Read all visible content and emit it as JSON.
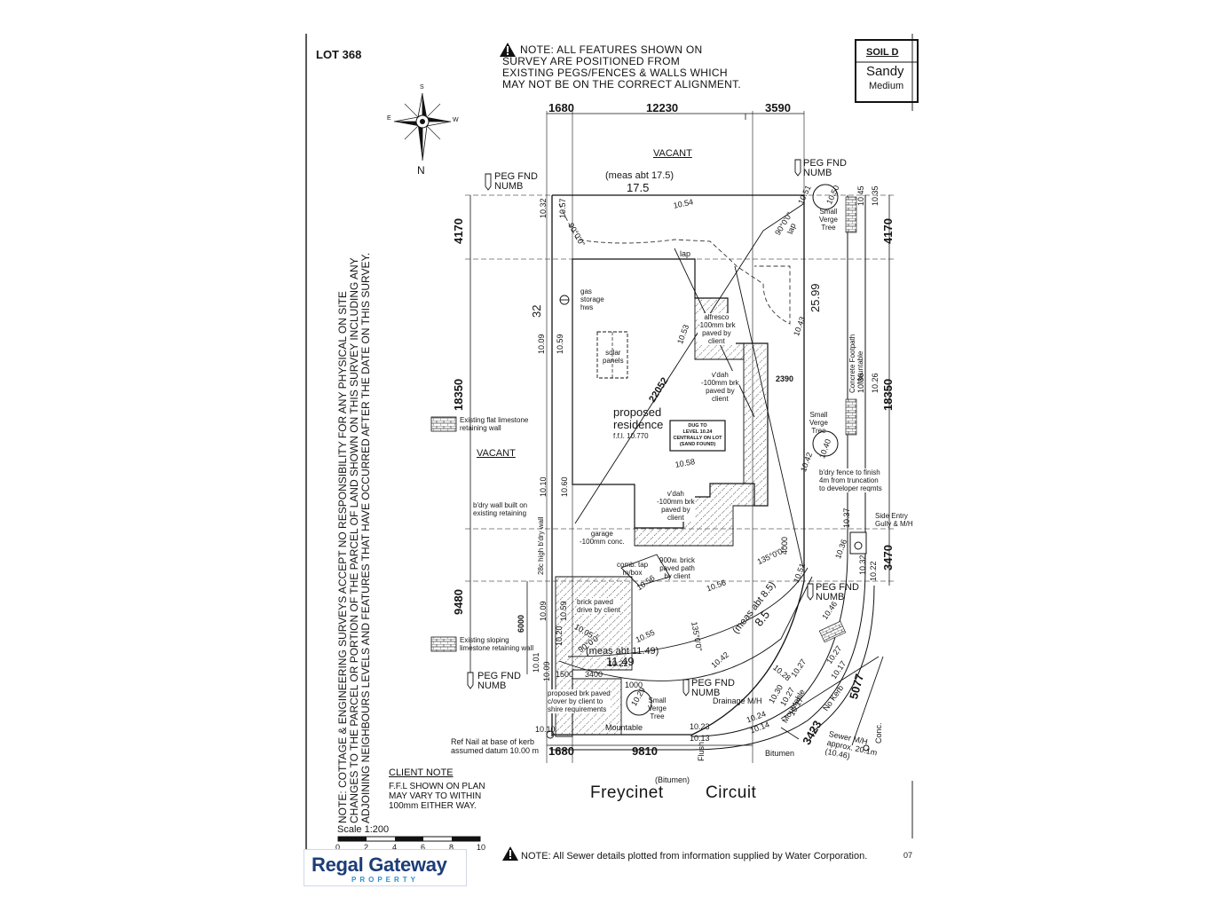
{
  "lot": "LOT  368",
  "top_note": [
    "NOTE: ALL FEATURES SHOWN ON",
    "SURVEY ARE POSITIONED FROM",
    "EXISTING PEGS/FENCES & WALLS WHICH",
    "MAY NOT BE ON THE CORRECT ALIGNMENT."
  ],
  "soil": {
    "title": "SOIL D",
    "line1": "Sandy",
    "line2": "Medium"
  },
  "compass": {
    "s": "S",
    "n": "N",
    "e": "E",
    "w": "W"
  },
  "dims_top": {
    "left": "1680",
    "middle": "12230",
    "right": "3590"
  },
  "dims_bottom": {
    "left": "1680",
    "middle": "9810"
  },
  "dims_left": {
    "a": "4170",
    "b": "18350",
    "c": "9480",
    "d": "6000"
  },
  "dims_right": {
    "a": "4170",
    "b": "18350",
    "c": "3470"
  },
  "vacant_top": "VACANT",
  "vacant_left": "VACANT",
  "top_meas": {
    "label": "(meas abt 17.5)",
    "value": "17.5"
  },
  "peg_labels": [
    "PEG FND",
    "NUMB"
  ],
  "side_boundary": "32",
  "diag_dim": "22052",
  "right_boundary": "25.99",
  "dim_2390": "2390",
  "dim_1500": "1500",
  "dim_3400": "3400",
  "dim_1000": "1000",
  "dim_4000": "4000",
  "dim_3423": "3423",
  "dim_5077": "5077",
  "angles": {
    "a1": "90°0'0\"",
    "a2": "90°0'0\"",
    "a3": "135°0'0\"",
    "a4": "135°0'0\"",
    "a5": "90°0'0\""
  },
  "levels": [
    "10.32",
    "10.57",
    "10.54",
    "10.51",
    "10.50",
    "10.45",
    "10.35",
    "10.53",
    "10.43",
    "10.09",
    "10.59",
    "10.58",
    "10.36",
    "10.26",
    "10.42",
    "10.40",
    "10.10",
    "10.60",
    "10.56",
    "10.56",
    "10.37",
    "10.36",
    "10.32",
    "10.22",
    "10.51",
    "10.46",
    "10.09",
    "10.59",
    "10.55",
    "10.42",
    "10.28",
    "10.27",
    "10.27",
    "10.17",
    "10.20",
    "10.22",
    "10.29",
    "10.30",
    "10.27",
    "10.17",
    "10.24",
    "10.14",
    "10.23",
    "10.13",
    "10.10",
    "10.01",
    "10.09",
    "10.05"
  ],
  "meas_8_5": {
    "label": "(meas abt 8.5)",
    "value": "8.5"
  },
  "meas_11_49": {
    "label": "(meas abt 11.49)",
    "value": "11.49"
  },
  "labels": {
    "gas": [
      "gas",
      "storage",
      "hws"
    ],
    "solar": [
      "solar",
      "panels"
    ],
    "alfresco": [
      "alfresco",
      "-100mm brk",
      "paved by",
      "client"
    ],
    "vdah1": [
      "v'dah",
      "-100mm brk",
      "paved by",
      "client"
    ],
    "vdah2": [
      "v'dah",
      "-100mm brk",
      "paved by",
      "client"
    ],
    "residence": [
      "proposed",
      "residence",
      "f.f.l. 10.770"
    ],
    "dug": [
      "DUG TO",
      "LEVEL 10.24",
      "CENTRALLY ON LOT",
      "(SAND FOUND)"
    ],
    "garage": [
      "garage",
      "-100mm conc."
    ],
    "path": [
      "900w. brick",
      "paved path",
      "by client"
    ],
    "comb": [
      "comb. tap",
      "m/box"
    ],
    "drive": [
      "brick paved",
      "drive by client"
    ],
    "crossover": [
      "proposed brk paved",
      "c/over by client to",
      "shire requirements"
    ],
    "flat_wall": [
      "Existing flat limestone",
      "retaining wall"
    ],
    "sloping_wall": [
      "Existing sloping",
      "limestone retaining wall"
    ],
    "bdry_wall": [
      "b'dry wall built on",
      "existing retaining"
    ],
    "bdry_wall_rot": "28c high b'dry wall",
    "tree1": [
      "Small",
      "Verge",
      "Tree"
    ],
    "tree2": [
      "Small",
      "Verge",
      "Tree"
    ],
    "tree3": [
      "Small",
      "Verge",
      "Tree"
    ],
    "fence": [
      "b'dry fence to finish",
      "4m from truncation",
      "to developer reqmts"
    ],
    "side_entry": [
      "Side Entry",
      "Gully & M/H"
    ],
    "footpath": [
      "Concrete Footpath",
      "Mountable"
    ],
    "ref_nail": [
      "Ref Nail at base of kerb",
      "assumed datum 10.00 m"
    ],
    "mountable": "Mountable",
    "mountable2": "Mountable",
    "flush": "Flush",
    "bitumen": "Bitumen",
    "bitumen2": "(Bitumen)",
    "drainage": "Drainage M/H",
    "sewer": [
      "Sewer M/H",
      "approx. 20.1m",
      "(10.46)"
    ],
    "no_kerb": "No Kerb",
    "conc": "Conc.",
    "lap": "lap",
    "lap2": "lap"
  },
  "street": {
    "w1": "Freycinet",
    "w2": "Circuit"
  },
  "vertical_note": [
    "NOTE: COTTAGE & ENGINEERING SURVEYS ACCEPT NO RESPONSIBILITY FOR ANY PHYSICAL ON SITE",
    "CHANGES TO THE PARCEL OR PORTION OF THE PARCEL OF LAND SHOWN ON THIS SURVEY INCLUDING ANY",
    "ADJOINING NEIGHBOURS LEVELS AND FEATURES THAT HAVE OCCURRED AFTER THE DATE ON THIS SURVEY."
  ],
  "client_note": {
    "title": "CLIENT NOTE",
    "lines": [
      "F.F.L SHOWN ON PLAN",
      "MAY VARY TO WITHIN",
      "100mm EITHER WAY."
    ]
  },
  "scale": {
    "label": "Scale 1:200",
    "ticks": [
      "0",
      "2",
      "4",
      "6",
      "8",
      "10"
    ]
  },
  "bottom_note": "NOTE:  All Sewer details plotted from information supplied by Water Corporation.",
  "bottom_code": "07",
  "logo": {
    "name": "Regal Gateway",
    "sub": "PROPERTY"
  }
}
